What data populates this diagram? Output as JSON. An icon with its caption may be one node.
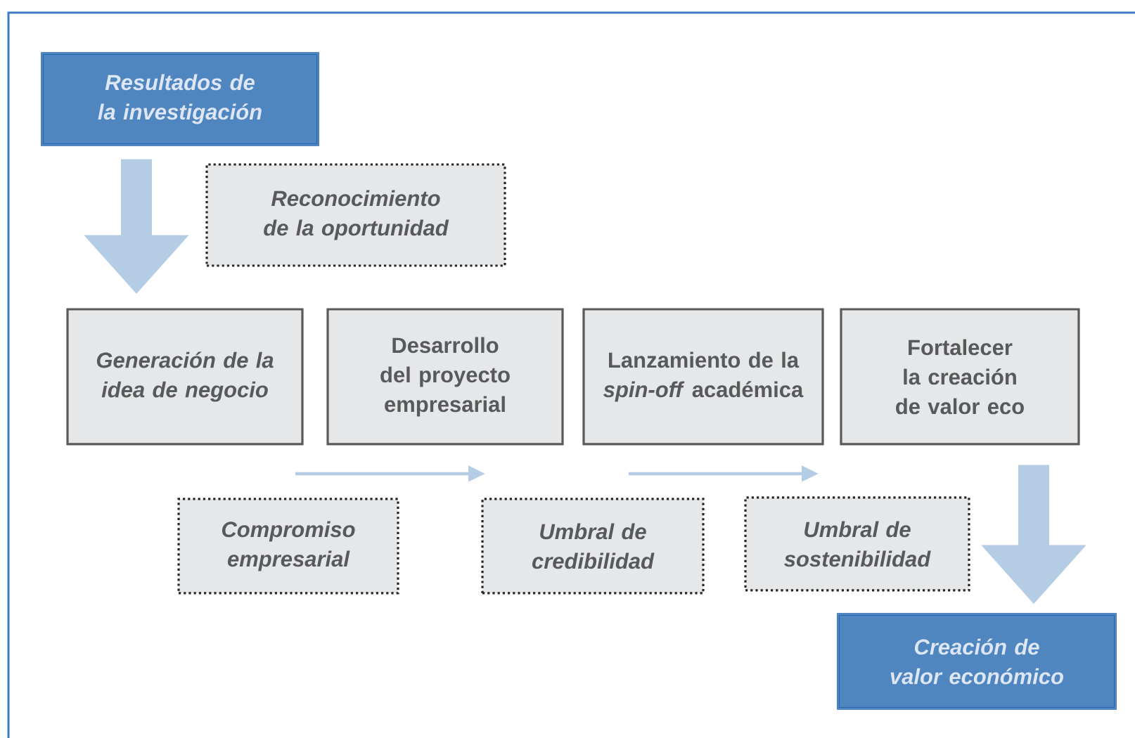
{
  "diagram": {
    "nodes": [
      {
        "text": [
          "Resultados de la investigación"
        ]
      },
      {
        "text": [
          "Reconocimiento de la oportunidad"
        ]
      },
      {
        "text": [
          "Generación de la idea de negocio"
        ]
      },
      {
        "text": [
          "Desarrollo del proyecto empresarial"
        ]
      },
      {
        "text": [
          "Lanzamiento de la *spin-off* académica"
        ]
      },
      {
        "text": [
          "Fortalecer la creación de valor eco"
        ]
      },
      {
        "text": [
          "Compromiso empresarial"
        ]
      },
      {
        "text": [
          "Umbral de credibilidad"
        ]
      },
      {
        "text": [
          "Umbral de sostenibilidad"
        ]
      },
      {
        "text": [
          "Creación de valor económico"
        ]
      }
    ],
    "edges": [
      {
        "from": 0,
        "to": 2,
        "arrow": "to"
      },
      {
        "from": 5,
        "to": 9,
        "arrow": "to"
      }
    ]
  }
}
